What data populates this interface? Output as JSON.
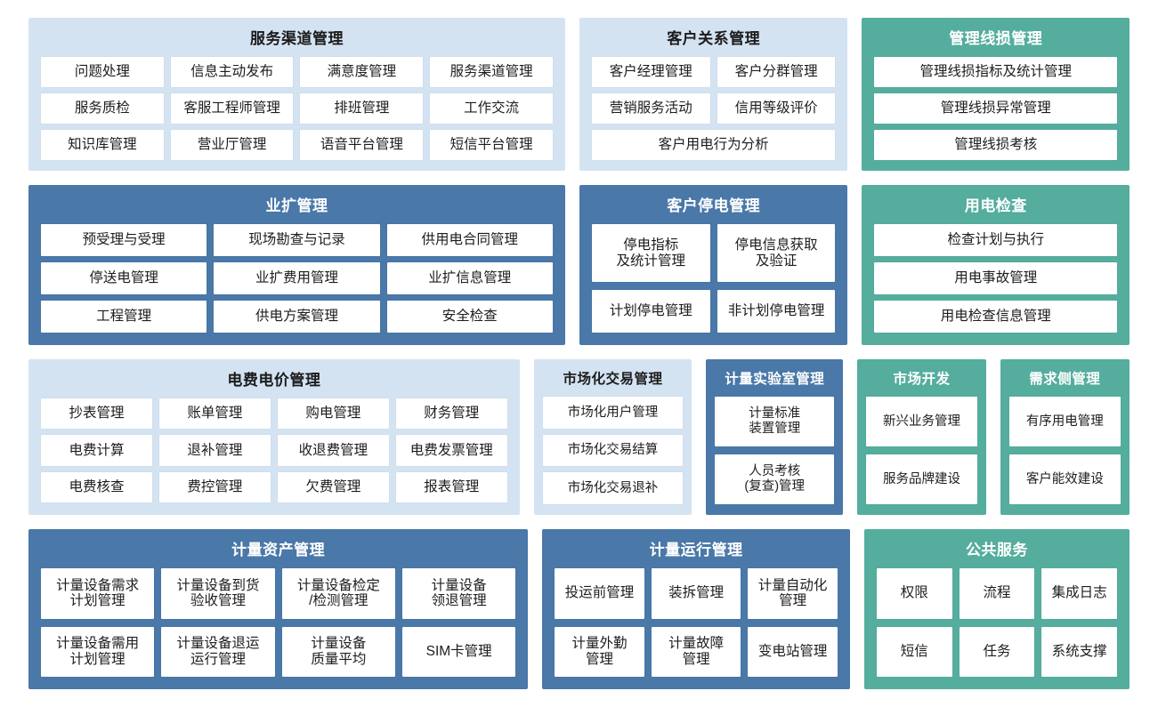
{
  "theme": {
    "background": "#ffffff",
    "blue_panel": "#d4e3f2",
    "navy_panel": "#4a78a8",
    "teal_panel": "#55ad9e",
    "tile_background": "#ffffff",
    "tile_text": "#1d1d1d"
  },
  "rows": [
    {
      "panels": [
        {
          "title": "服务渠道管理",
          "color": "blue",
          "tile_rows": [
            [
              "问题处理",
              "信息主动发布",
              "满意度管理",
              "服务渠道管理"
            ],
            [
              "服务质检",
              "客服工程师管理",
              "排班管理",
              "工作交流"
            ],
            [
              "知识库管理",
              "营业厅管理",
              "语音平台管理",
              "短信平台管理"
            ]
          ]
        },
        {
          "title": "客户关系管理",
          "color": "blue",
          "tile_rows": [
            [
              "客户经理管理",
              "客户分群管理"
            ],
            [
              "营销服务活动",
              "信用等级评价"
            ],
            [
              "客户用电行为分析"
            ]
          ]
        },
        {
          "title": "管理线损管理",
          "color": "teal",
          "tile_rows": [
            [
              "管理线损指标及统计管理"
            ],
            [
              "管理线损异常管理"
            ],
            [
              "管理线损考核"
            ]
          ]
        }
      ]
    },
    {
      "panels": [
        {
          "title": "业扩管理",
          "color": "navy",
          "tile_rows": [
            [
              "预受理与受理",
              "现场勘查与记录",
              "供用电合同管理"
            ],
            [
              "停送电管理",
              "业扩费用管理",
              "业扩信息管理"
            ],
            [
              "工程管理",
              "供电方案管理",
              "安全检查"
            ]
          ]
        },
        {
          "title": "客户停电管理",
          "color": "navy",
          "tile_rows": [
            [
              "停电指标\n及统计管理",
              "停电信息获取\n及验证"
            ],
            [
              "计划停电管理",
              "非计划停电管理"
            ]
          ]
        },
        {
          "title": "用电检查",
          "color": "teal",
          "tile_rows": [
            [
              "检查计划与执行"
            ],
            [
              "用电事故管理"
            ],
            [
              "用电检查信息管理"
            ]
          ]
        }
      ]
    },
    {
      "panels": [
        {
          "title": "电费电价管理",
          "color": "blue",
          "tile_rows": [
            [
              "抄表管理",
              "账单管理",
              "购电管理",
              "财务管理"
            ],
            [
              "电费计算",
              "退补管理",
              "收退费管理",
              "电费发票管理"
            ],
            [
              "电费核查",
              "费控管理",
              "欠费管理",
              "报表管理"
            ]
          ]
        },
        {
          "title": "市场化交易管理",
          "color": "blue",
          "tile_rows": [
            [
              "市场化用户管理"
            ],
            [
              "市场化交易结算"
            ],
            [
              "市场化交易退补"
            ]
          ]
        },
        {
          "title": "计量实验室管理",
          "color": "navy",
          "tile_rows": [
            [
              "计量标准\n装置管理"
            ],
            [
              "人员考核\n(复查)管理"
            ]
          ]
        },
        {
          "title": "市场开发",
          "color": "teal",
          "tile_rows": [
            [
              "新兴业务管理"
            ],
            [
              "服务品牌建设"
            ]
          ]
        },
        {
          "title": "需求侧管理",
          "color": "teal",
          "tile_rows": [
            [
              "有序用电管理"
            ],
            [
              "客户能效建设"
            ]
          ]
        }
      ]
    },
    {
      "panels": [
        {
          "title": "计量资产管理",
          "color": "navy",
          "tile_rows": [
            [
              "计量设备需求\n计划管理",
              "计量设备到货\n验收管理",
              "计量设备检定\n/检测管理",
              "计量设备\n领退管理"
            ],
            [
              "计量设备需用\n计划管理",
              "计量设备退运\n运行管理",
              "计量设备\n质量平均",
              "SIM卡管理"
            ]
          ]
        },
        {
          "title": "计量运行管理",
          "color": "navy",
          "tile_rows": [
            [
              "投运前管理",
              "装拆管理",
              "计量自动化\n管理"
            ],
            [
              "计量外勤\n管理",
              "计量故障\n管理",
              "变电站管理"
            ]
          ]
        },
        {
          "title": "公共服务",
          "color": "teal",
          "tile_rows": [
            [
              "权限",
              "流程",
              "集成日志"
            ],
            [
              "短信",
              "任务",
              "系统支撑"
            ]
          ]
        }
      ]
    }
  ]
}
